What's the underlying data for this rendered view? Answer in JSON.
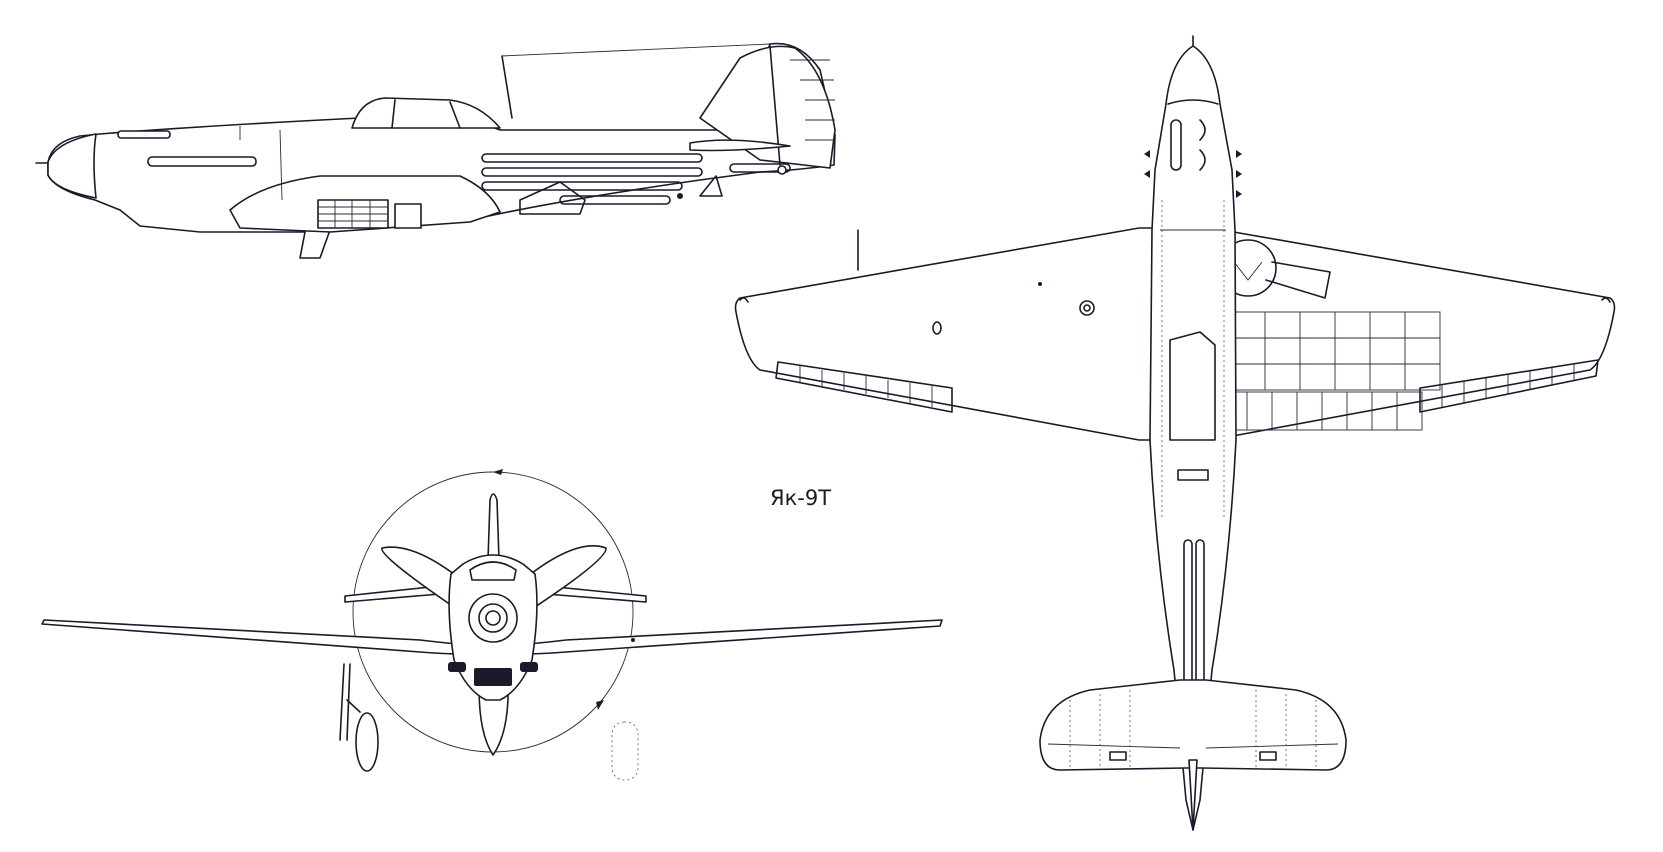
{
  "diagram": {
    "label": "Як-9Т",
    "colors": {
      "ink": "#1a1a2a",
      "background": "#ffffff"
    },
    "views": [
      {
        "name": "side-view"
      },
      {
        "name": "front-view"
      },
      {
        "name": "top-view"
      }
    ]
  }
}
